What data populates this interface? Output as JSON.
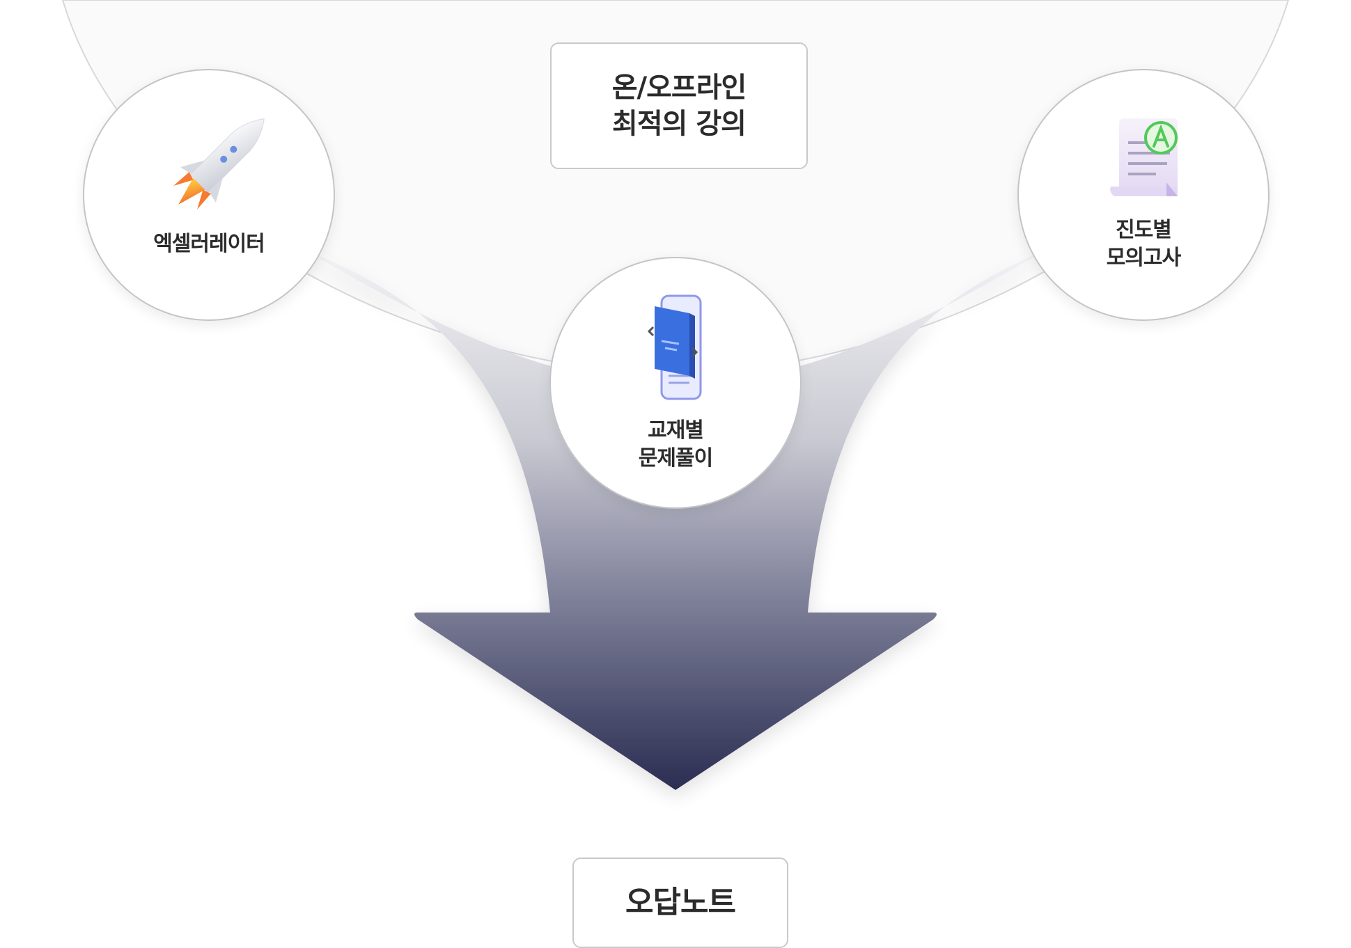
{
  "top_box": {
    "line1": "온/오프라인",
    "line2": "최적의 강의"
  },
  "circles": {
    "accelerator": {
      "label": "엑셀러레이터",
      "icon": "rocket-icon"
    },
    "textbook": {
      "line1": "교재별",
      "line2": "문제풀이",
      "icon": "smartphone-book-icon"
    },
    "mock_exam": {
      "line1": "진도별",
      "line2": "모의고사",
      "icon": "graded-test-paper-icon"
    }
  },
  "bottom_box": {
    "label": "오답노트"
  },
  "colors": {
    "arrow_top": "#eceef2",
    "arrow_bottom": "#2b2d52",
    "circle_border": "#c4c4c8",
    "text": "#2b2b2b",
    "book_blue": "#3a6fe0",
    "grade_green": "#52c95a"
  }
}
